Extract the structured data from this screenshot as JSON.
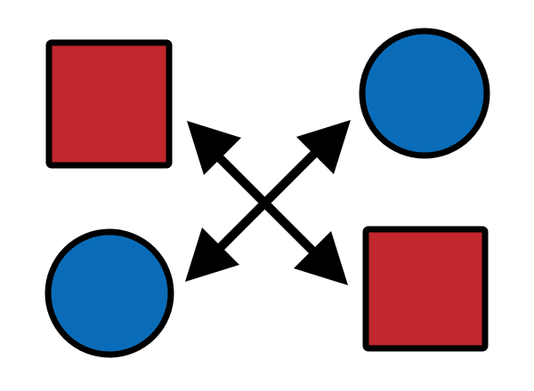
{
  "diagram": {
    "shapes": [
      {
        "id": "square-top-left",
        "kind": "square",
        "fill": "#c1272d",
        "stroke": "#000000"
      },
      {
        "id": "circle-top-right",
        "kind": "circle",
        "fill": "#0a6cb8",
        "stroke": "#000000"
      },
      {
        "id": "circle-bottom-left",
        "kind": "circle",
        "fill": "#0a6cb8",
        "stroke": "#000000"
      },
      {
        "id": "square-bottom-right",
        "kind": "square",
        "fill": "#c1272d",
        "stroke": "#000000"
      }
    ],
    "arrows": [
      {
        "id": "arrow-diagonal-descending",
        "from": "square-top-left",
        "to": "square-bottom-right",
        "heads": "both",
        "color": "#000000"
      },
      {
        "id": "arrow-diagonal-ascending",
        "from": "circle-bottom-left",
        "to": "circle-top-right",
        "heads": "both",
        "color": "#000000"
      }
    ],
    "colors": {
      "background": "#ffffff",
      "red": "#c1272d",
      "blue": "#0a6cb8",
      "outline": "#000000"
    }
  }
}
